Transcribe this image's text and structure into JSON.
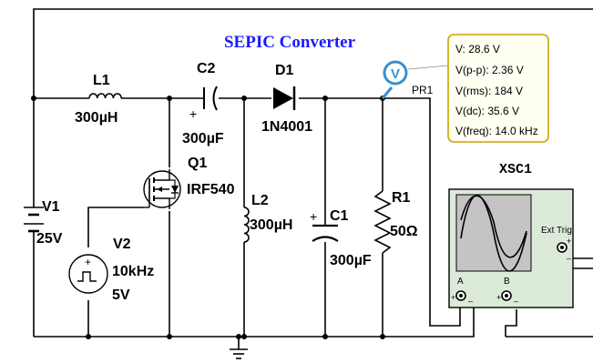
{
  "title": "SEPIC Converter",
  "components": {
    "L1": {
      "ref": "L1",
      "value": "300µH"
    },
    "C2": {
      "ref": "C2",
      "value": "300µF",
      "polarity": "+"
    },
    "D1": {
      "ref": "D1",
      "value": "1N4001"
    },
    "Q1": {
      "ref": "Q1",
      "value": "IRF540"
    },
    "L2": {
      "ref": "L2",
      "value": "300µH"
    },
    "C1": {
      "ref": "C1",
      "value": "300µF",
      "polarity": "+"
    },
    "R1": {
      "ref": "R1",
      "value": "50Ω"
    },
    "V1": {
      "ref": "V1",
      "value": "25V"
    },
    "V2": {
      "ref": "V2",
      "frequency": "10kHz",
      "amplitude": "5V",
      "polarity": "+"
    }
  },
  "probe": {
    "icon_letter": "V",
    "name": "PR1",
    "readings": [
      "V: 28.6 V",
      "V(p-p): 2.36 V",
      "V(rms): 184 V",
      "V(dc): 35.6 V",
      "V(freq): 14.0 kHz"
    ]
  },
  "scope": {
    "name": "XSC1",
    "ext_trig_label": "Ext Trig",
    "channel_a": "A",
    "channel_b": "B",
    "pm_a": [
      "+",
      "_"
    ],
    "pm_b": [
      "+",
      "_"
    ],
    "pm_trig": [
      "+",
      "_"
    ]
  },
  "colors": {
    "title": "#1a1aff",
    "probe_border": "#c8a400",
    "probe_bg": "#fffff2",
    "probe_icon": "#3a8fd0",
    "scope_body": "#dcebd9",
    "scope_screen": "#c4c4c4",
    "wire": "#000000"
  }
}
